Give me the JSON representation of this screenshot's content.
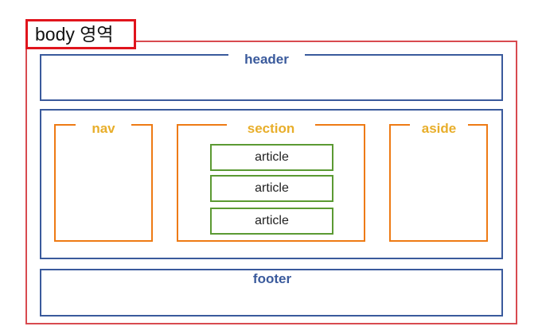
{
  "diagram": {
    "body_label": "body 영역",
    "header_label": "header",
    "nav_label": "nav",
    "section_label": "section",
    "aside_label": "aside",
    "article_labels": [
      "article",
      "article",
      "article"
    ],
    "footer_label": "footer"
  },
  "colors": {
    "body_border": "#d84a4f",
    "body_tag_border": "#e0141c",
    "container_border": "#3a5a9c",
    "column_border": "#ee7a14",
    "column_label": "#e8ae2a",
    "article_border": "#5b9a33"
  }
}
